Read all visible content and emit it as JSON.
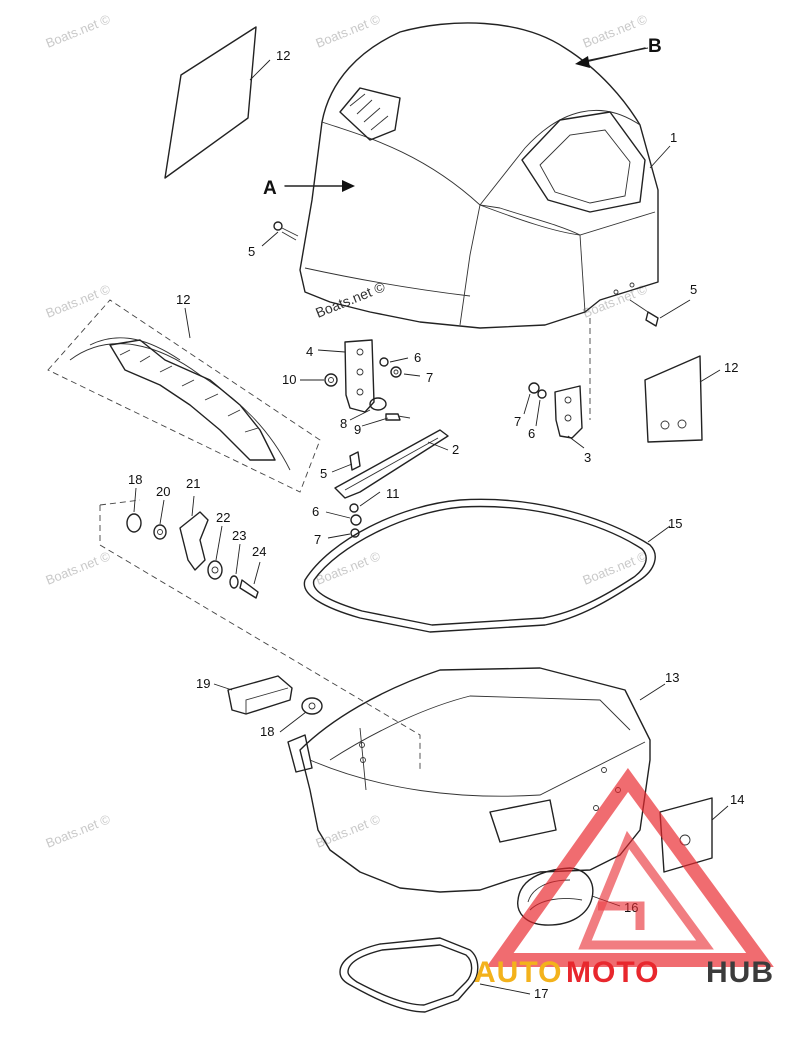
{
  "callouts": {
    "A": "A",
    "B": "B",
    "n1": "1",
    "n2": "2",
    "n3": "3",
    "n4": "4",
    "n5": "5",
    "n6": "6",
    "n7": "7",
    "n8": "8",
    "n9": "9",
    "n10": "10",
    "n11": "11",
    "n12": "12",
    "n13": "13",
    "n14": "14",
    "n15": "15",
    "n16": "16",
    "n17": "17",
    "n18": "18",
    "n19": "19",
    "n20": "20",
    "n21": "21",
    "n22": "22",
    "n23": "23",
    "n24": "24"
  },
  "watermark": {
    "text": "Boats.net ©"
  },
  "brand": {
    "auto": "AUTO",
    "moto": "MOTO",
    "hub": "HUB",
    "colors": {
      "auto": "#f3b21c",
      "moto": "#e8272d",
      "hub": "#3b3b3b"
    }
  }
}
